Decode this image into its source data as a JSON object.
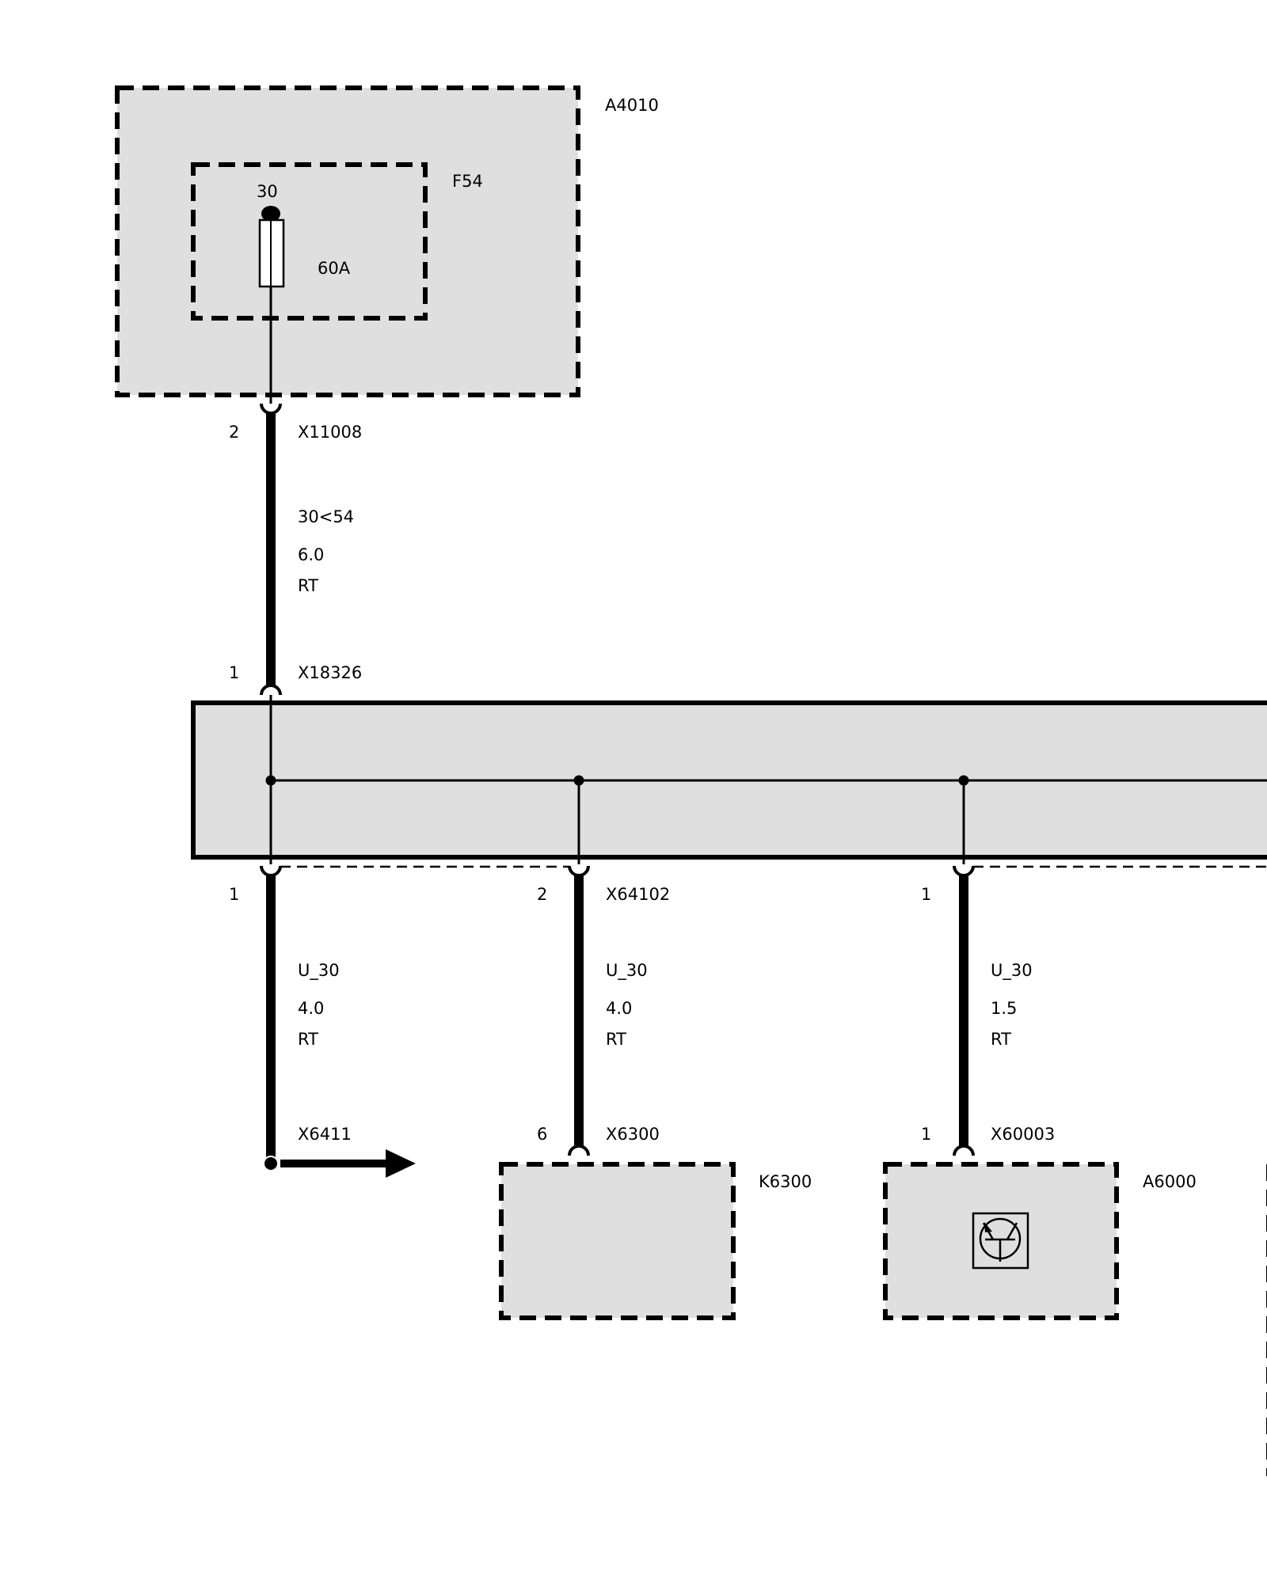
{
  "components": {
    "a4010": {
      "label": "A4010"
    },
    "f54": {
      "label": "F54",
      "pin": "30",
      "rating": "60A"
    },
    "k6300": {
      "label": "K6300"
    },
    "a6000": {
      "label": "A6000"
    }
  },
  "connectors": {
    "x11008": {
      "label": "X11008",
      "pin": "2"
    },
    "x18326": {
      "label": "X18326",
      "pin": "1"
    },
    "splice_left": {
      "pin": "1"
    },
    "x64102": {
      "label": "X64102",
      "pin": "2"
    },
    "splice_right": {
      "pin": "1"
    },
    "x6411": {
      "label": "X6411"
    },
    "x6300": {
      "label": "X6300",
      "pin": "6"
    },
    "x60003": {
      "label": "X60003",
      "pin": "1"
    }
  },
  "wires": {
    "w1": {
      "signal": "30<54",
      "size": "6.0",
      "color": "RT"
    },
    "w2": {
      "signal": "U_30",
      "size": "4.0",
      "color": "RT"
    },
    "w3": {
      "signal": "U_30",
      "size": "4.0",
      "color": "RT"
    },
    "w4": {
      "signal": "U_30",
      "size": "1.5",
      "color": "RT"
    }
  },
  "icons": [
    "fuse-icon",
    "transistor-icon",
    "arrow-right-icon"
  ]
}
